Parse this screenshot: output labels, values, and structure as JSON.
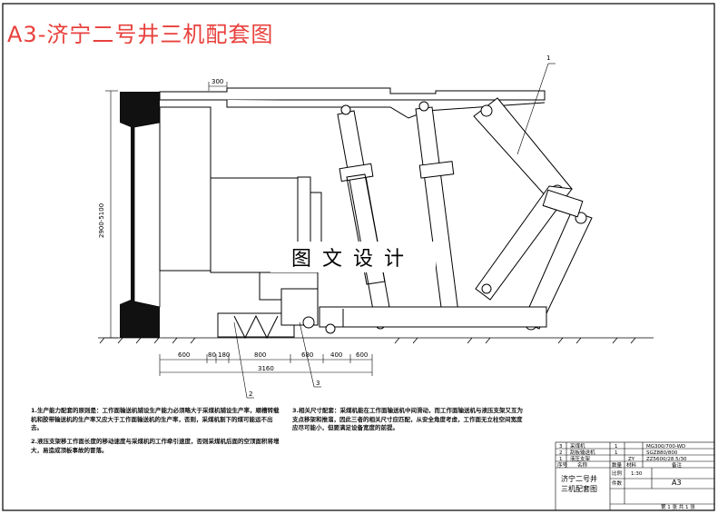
{
  "title": "A3-济宁二号井三机配套图",
  "watermark": "图文设计",
  "dimensions": {
    "top_300": "300",
    "height_range": "2900-5100",
    "d600a": "600",
    "d80": "80",
    "d180": "180",
    "d800": "800",
    "d680": "680",
    "d400": "400",
    "d600b": "600",
    "total": "3160"
  },
  "callouts": [
    "1",
    "2",
    "3"
  ],
  "notes": {
    "n1": "1.生产能力配套的原则是：工作面输送机铺设生产能力必须略大于采煤机铺设生产率，顺槽转载机和胶带输送机的生产率又应大于工作面输送机的生产率，否则，采煤机割下的煤可能运不出去。",
    "n2": "2.液压支架移工作面长度的移动速度与采煤机的工作牵引速度，否则采煤机后面的空顶面积将增大，易造成顶板事故的冒落。",
    "n3": "3.相关尺寸配套：采煤机能在工作面输送机中间滑动，而工作面输送机与液压支架又互为支点移架和推溜，因此三者的相关尺寸应匹配，从安全角度考虑，工作面无立柱空间宽度应尽可能小，但要满足设备宽度的前提。"
  },
  "title_block": {
    "rows": [
      [
        "3",
        "采煤机",
        "1",
        "",
        "MG300/700-WD"
      ],
      [
        "2",
        "刮板输送机",
        "1",
        "",
        "SGZ880/800"
      ],
      [
        "1",
        "液压支架",
        "",
        "ZY",
        "ZZ5600/28.5/30"
      ]
    ],
    "header": [
      "序号",
      "名称",
      "数量",
      "材料",
      "备注"
    ],
    "drawing_name_l1": "济宁二号井",
    "drawing_name_l2": "三机配套图",
    "scale_label": "比例",
    "scale": "1:30",
    "sheet": "A3",
    "pieces_label": "件数",
    "sheets_text": "第 1 张  共 1 张"
  }
}
